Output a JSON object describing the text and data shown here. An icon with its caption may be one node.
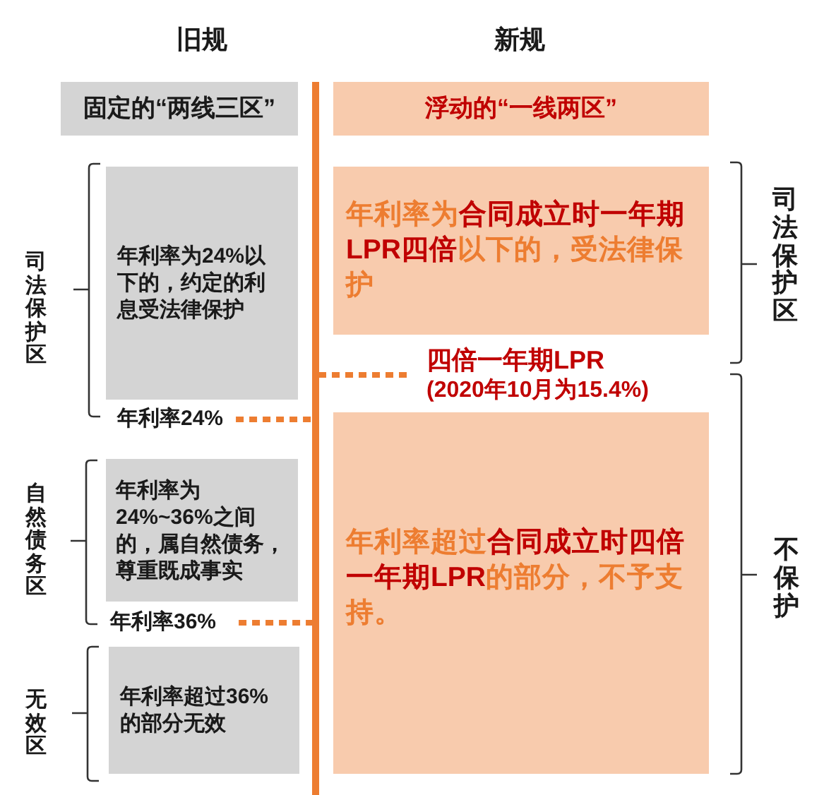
{
  "diagram": {
    "nodes": [
      {
        "text": [
          "固定的“两线三区”"
        ]
      },
      {
        "text": [],
        "shape": "bar"
      },
      {
        "text": [
          "浮动的“一线两区”"
        ]
      },
      {
        "text": [
          "年利率为24%以下的，约定的利息受法律保护"
        ]
      },
      {
        "text": [
          "年利率为**合同成立时一年期LPR四倍**以下的，受法律保护"
        ]
      },
      {
        "text": [
          "四倍一年期LPR",
          "(2020年10月为15.4%)"
        ]
      },
      {
        "text": [
          "年利率24%"
        ]
      },
      {
        "text": [
          "年利率超过**合同成立时四倍一年期LPR**的部分，不予支持。"
        ]
      },
      {
        "text": [
          "年利率为24%~36%之间的，属自然债务，尊重既成事实"
        ]
      },
      {
        "text": [
          "年利率36%"
        ]
      },
      {
        "text": [
          "年利率超过36%的部分无效"
        ]
      }
    ],
    "edges": [
      {
        "from": 6,
        "to": 1,
        "arrow": "none",
        "style": "dashed"
      },
      {
        "from": 5,
        "to": 1,
        "arrow": "none",
        "style": "dashed"
      },
      {
        "from": 9,
        "to": 1,
        "arrow": "none",
        "style": "dashed"
      }
    ],
    "labels": [
      "旧规",
      "新规",
      "司法保护区",
      "自然债务区",
      "无效区",
      "司法保护区",
      "不保护"
    ]
  }
}
